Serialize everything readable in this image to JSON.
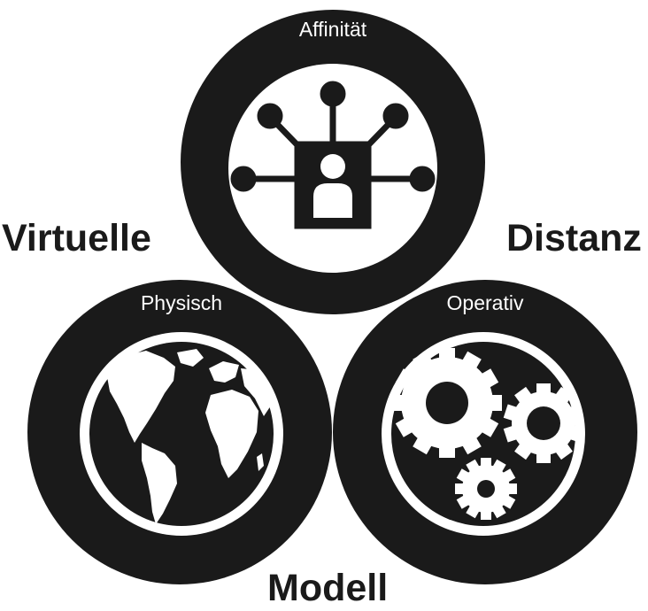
{
  "diagram": {
    "circles": [
      {
        "id": "affinity",
        "label": "Affinität",
        "icon": "network-person-icon"
      },
      {
        "id": "physical",
        "label": "Physisch",
        "icon": "globe-icon"
      },
      {
        "id": "operational",
        "label": "Operativ",
        "icon": "gears-icon"
      }
    ],
    "words": {
      "left": "Virtuelle",
      "right": "Distanz",
      "bottom": "Modell"
    },
    "colors": {
      "ring": "#1a1a1a",
      "inner": "#ffffff",
      "label_text": "#ffffff"
    }
  }
}
